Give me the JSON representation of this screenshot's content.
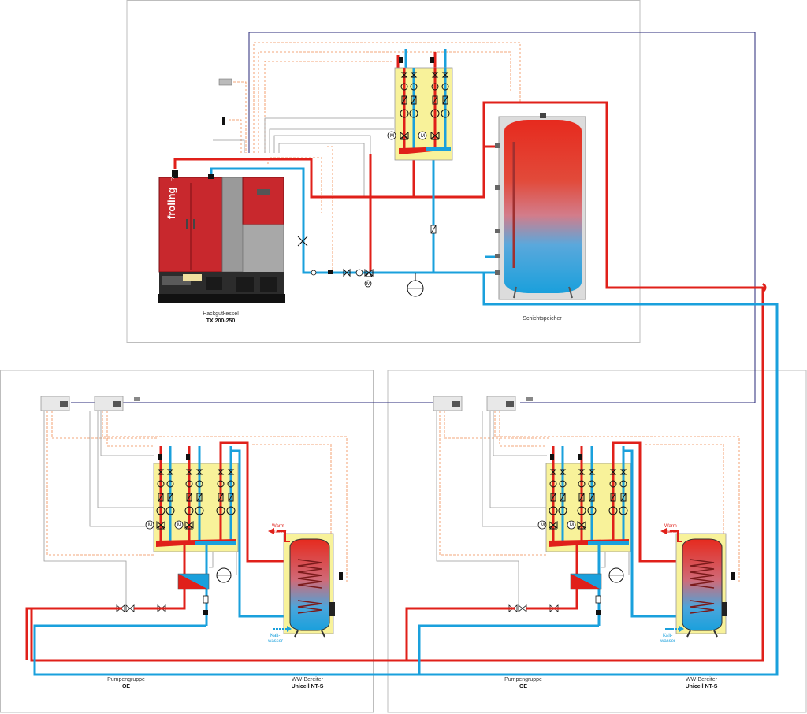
{
  "boiler": {
    "brand": "froling",
    "name": "Hackgutkessel",
    "model": "TX 200-250",
    "brand_color": "#c8282d"
  },
  "storage_tank": {
    "name": "Schichtspeicher"
  },
  "units": [
    {
      "pump_group_name": "Pumpengruppe",
      "pump_group_model": "OE",
      "ww_name": "WW-Bereiter",
      "ww_model": "Unicell NT-S",
      "hot_label_1": "Warm-",
      "hot_label_2": "wasser",
      "cold_label_1": "Kalt-",
      "cold_label_2": "wasser"
    },
    {
      "pump_group_name": "Pumpengruppe",
      "pump_group_model": "OE",
      "ww_name": "WW-Bereiter",
      "ww_model": "Unicell NT-S",
      "hot_label_1": "Warm-",
      "hot_label_2": "wasser",
      "cold_label_1": "Kalt-",
      "cold_label_2": "wasser"
    }
  ],
  "colors": {
    "supply": "#e0201a",
    "return": "#1aa0dc",
    "bus": "#2a2a7a",
    "sensor": "#f08a50",
    "group_fill": "#f8f29a",
    "frame": "#bdbdbd"
  },
  "icons": [
    "motor-valve-icon",
    "pump-icon",
    "check-valve-icon",
    "shutoff-valve-icon",
    "expansion-vessel-icon",
    "controller-module-icon",
    "heat-exchanger-icon",
    "sensor-icon"
  ]
}
